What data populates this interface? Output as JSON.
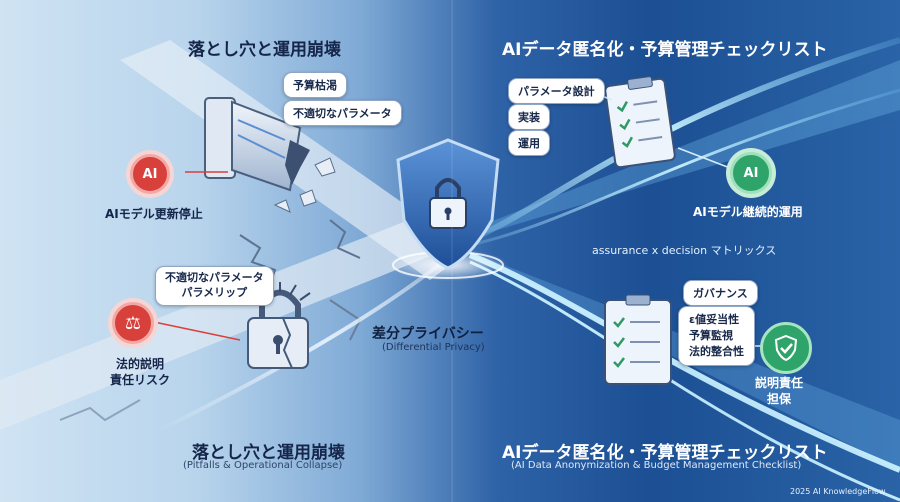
{
  "left_top_title": "落とし穴と運用崩壊",
  "right_top_title": "AIデータ匿名化・予算管理チェックリスト",
  "pitfall_bubbles": [
    "予算枯渇",
    "不適切なパラメータ"
  ],
  "ai_stop_label": "AIモデル更新停止",
  "ai_icon_text": "AI",
  "param_slip_bubble": [
    "不適切なパラメータ",
    "パラメリップ"
  ],
  "legal_label": [
    "法的説明",
    "責任リスク"
  ],
  "checklist_bubbles": [
    "パラメータ設計",
    "実装",
    "運用"
  ],
  "ai_continuous_label": "AIモデル継続的運用",
  "matrix_label": "assurance x decision マトリックス",
  "center_title": "差分プライバシー",
  "center_sub": "(Differential Privacy)",
  "governance_title": "ガバナンス",
  "governance_items": [
    "ε値妥当性",
    "予算監視",
    "法的整合性"
  ],
  "accountability_label": [
    "説明責任",
    "担保"
  ],
  "bottom_left_title": "落とし穴と運用崩壊",
  "bottom_left_sub": "(Pitfalls & Operational Collapse)",
  "bottom_right_title": "AIデータ匿名化・予算管理チェックリスト",
  "bottom_right_sub": "(AI Data Anonymization & Budget Management Checklist)",
  "footer": "2025 AI KnowledgeFlow",
  "colors": {
    "red": "#d8403c",
    "green": "#2fa46a",
    "navy": "#16264a",
    "shield": "#2f67b5"
  }
}
